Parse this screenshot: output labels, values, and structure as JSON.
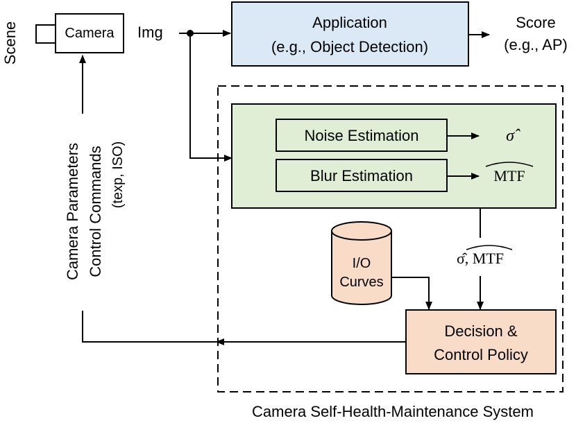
{
  "scene_label": "Scene",
  "camera_label": "Camera",
  "img_label": "Img",
  "application": {
    "line1": "Application",
    "line2": "(e.g., Object Detection)"
  },
  "score": {
    "line1": "Score",
    "line2": "(e.g., AP)"
  },
  "camera_params": {
    "line1": "Camera Parameters",
    "line2": "Control Commands",
    "line3": "(texp, ISO)"
  },
  "noise_estimation_label": "Noise Estimation",
  "blur_estimation_label": "Blur Estimation",
  "sigma_hat_label": "σ̂",
  "mtf_hat_label": "MTF",
  "combined_output_label": "σ̂, MTF",
  "io_curves": {
    "line1": "I/O",
    "line2": "Curves"
  },
  "decision": {
    "line1": "Decision &",
    "line2": "Control Policy"
  },
  "system_label": "Camera Self-Health-Maintenance System",
  "colors": {
    "application_fill": "#dbe8f5",
    "estimation_fill": "#e0eed6",
    "decision_fill": "#f9dcc8",
    "io_fill": "#f9dcc8"
  }
}
